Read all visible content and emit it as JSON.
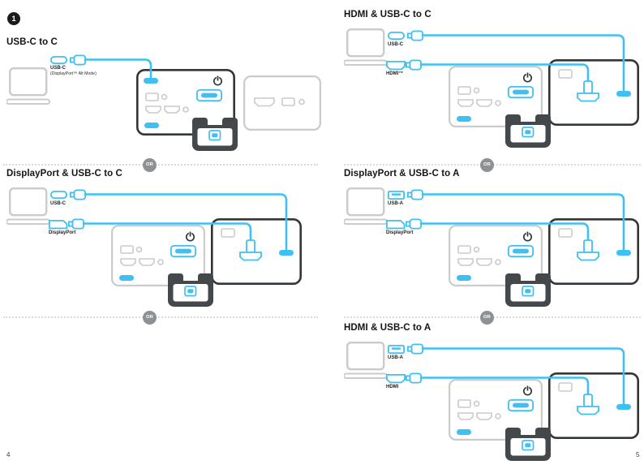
{
  "page": {
    "step_badge": "1",
    "or_label": "OR",
    "left_page_number": "4",
    "right_page_number": "5",
    "accent_color": "#3EC0F2",
    "dark_color": "#323639",
    "gray_color": "#C9CBCC",
    "flap_color": "#45484B",
    "or_badge_color": "#8E9193",
    "dotted_line_color": "#DADBDC"
  },
  "sections": [
    {
      "id": "usb-c-to-c",
      "title": "USB-C to C",
      "cables": [
        {
          "label": "USB-C",
          "sublabel": "(DisplayPort™ Alt Mode)",
          "connector": "usb-c"
        }
      ]
    },
    {
      "id": "hdmi-and-usb-c-to-c",
      "title": "HDMI & USB-C to C",
      "cables": [
        {
          "label": "USB-C",
          "connector": "usb-c"
        },
        {
          "label": "HDMI™",
          "connector": "hdmi"
        }
      ]
    },
    {
      "id": "displayport-and-usb-c-to-c",
      "title": "DisplayPort & USB-C to C",
      "cables": [
        {
          "label": "USB-C",
          "connector": "usb-c"
        },
        {
          "label": "DisplayPort",
          "connector": "displayport"
        }
      ]
    },
    {
      "id": "displayport-and-usb-c-to-a",
      "title": "DisplayPort & USB-C to A",
      "cables": [
        {
          "label": "USB-A",
          "connector": "usb-a"
        },
        {
          "label": "DisplayPort",
          "connector": "displayport"
        }
      ]
    },
    {
      "id": "hdmi-and-usb-c-to-a",
      "title": "HDMI & USB-C to A",
      "cables": [
        {
          "label": "USB-A",
          "connector": "usb-a"
        },
        {
          "label": "HDMI",
          "connector": "hdmi"
        }
      ]
    }
  ]
}
